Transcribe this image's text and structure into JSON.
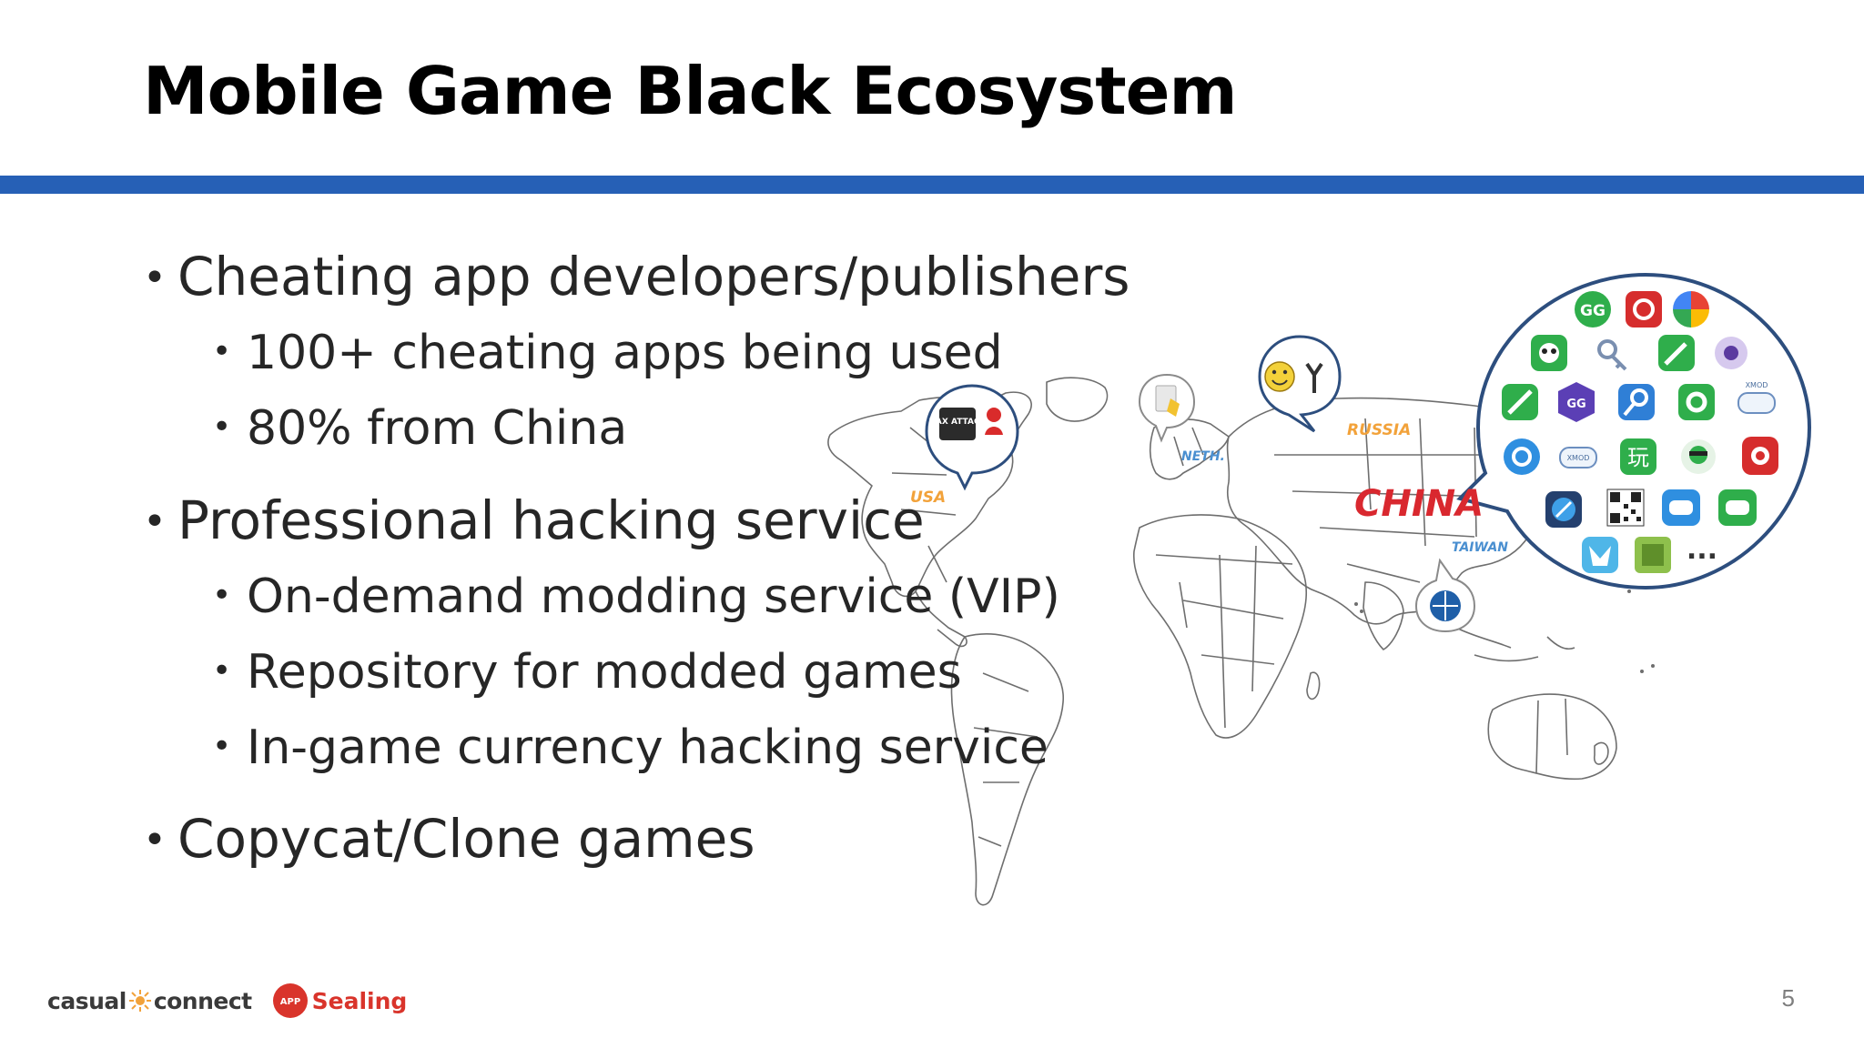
{
  "slide": {
    "title": "Mobile Game Black Ecosystem",
    "accent_color": "#2660b6",
    "page_number": "5"
  },
  "bullets": [
    {
      "level": 1,
      "text": "Cheating app developers/publishers"
    },
    {
      "level": 2,
      "text": "100+ cheating apps being used"
    },
    {
      "level": 2,
      "text": "80% from China"
    },
    {
      "level": 1,
      "text": "Professional hacking service"
    },
    {
      "level": 2,
      "text": "On-demand modding service (VIP)"
    },
    {
      "level": 2,
      "text": "Repository for modded games"
    },
    {
      "level": 2,
      "text": "In-game currency hacking service"
    },
    {
      "level": 1,
      "text": "Copycat/Clone games"
    }
  ],
  "map": {
    "labels": {
      "usa": "USA",
      "neth": "NETH.",
      "russia": "RUSSIA",
      "china": "CHINA",
      "taiwan": "TAIWAN"
    },
    "label_color": "#f2a23a",
    "secondary_label_color": "#4a8fd0",
    "china_color": "#d9282f",
    "usa_bubble_icon_text": "DAX ATTACK",
    "app_icons_ellipsis": "...",
    "app_icon_texts": {
      "gg": "GG",
      "wan": "玩",
      "xmod": "XMOD"
    },
    "app_icons": [
      "gg-icon",
      "refresh-icon",
      "pinwheel-icon",
      "mask-icon",
      "key-icon",
      "wrench-icon",
      "camera-icon",
      "wrench-green-icon",
      "gg-purple-icon",
      "search-key-icon",
      "gear-icon",
      "gamepad-outline-icon",
      "sync-icon",
      "xmod-icon",
      "wan-icon",
      "ninja-icon",
      "chili-icon",
      "compass-icon",
      "qr-code-icon",
      "gamepad-plus-icon",
      "gamepad-green-icon",
      "monster-icon",
      "chinese-app-icon"
    ]
  },
  "footer": {
    "casual_prefix": "casual",
    "casual_suffix": "connect",
    "app_badge": "APP",
    "sealing": "Sealing"
  }
}
